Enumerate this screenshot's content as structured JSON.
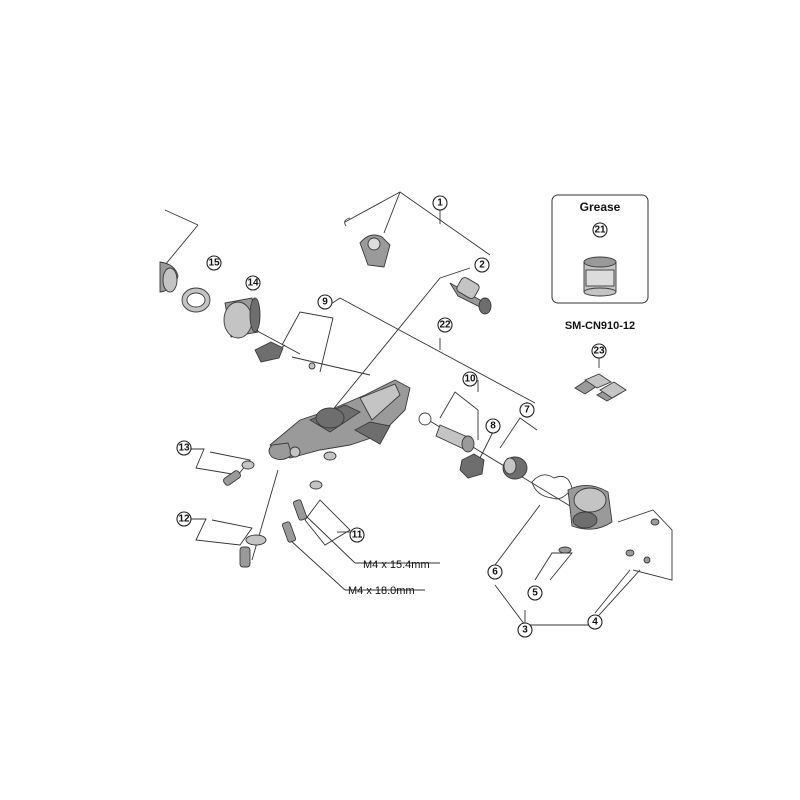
{
  "callouts": [
    "1",
    "2",
    "3",
    "4",
    "5",
    "6",
    "7",
    "8",
    "9",
    "10",
    "11",
    "12",
    "13",
    "14",
    "15",
    "21",
    "22",
    "23"
  ],
  "bolt_labels": {
    "short": "M4 x 15.4mm",
    "long": "M4 x 18.0mm"
  },
  "grease_box": {
    "title": "Grease",
    "number": "21"
  },
  "chain_link": {
    "label": "SM-CN910-12",
    "number": "23"
  }
}
